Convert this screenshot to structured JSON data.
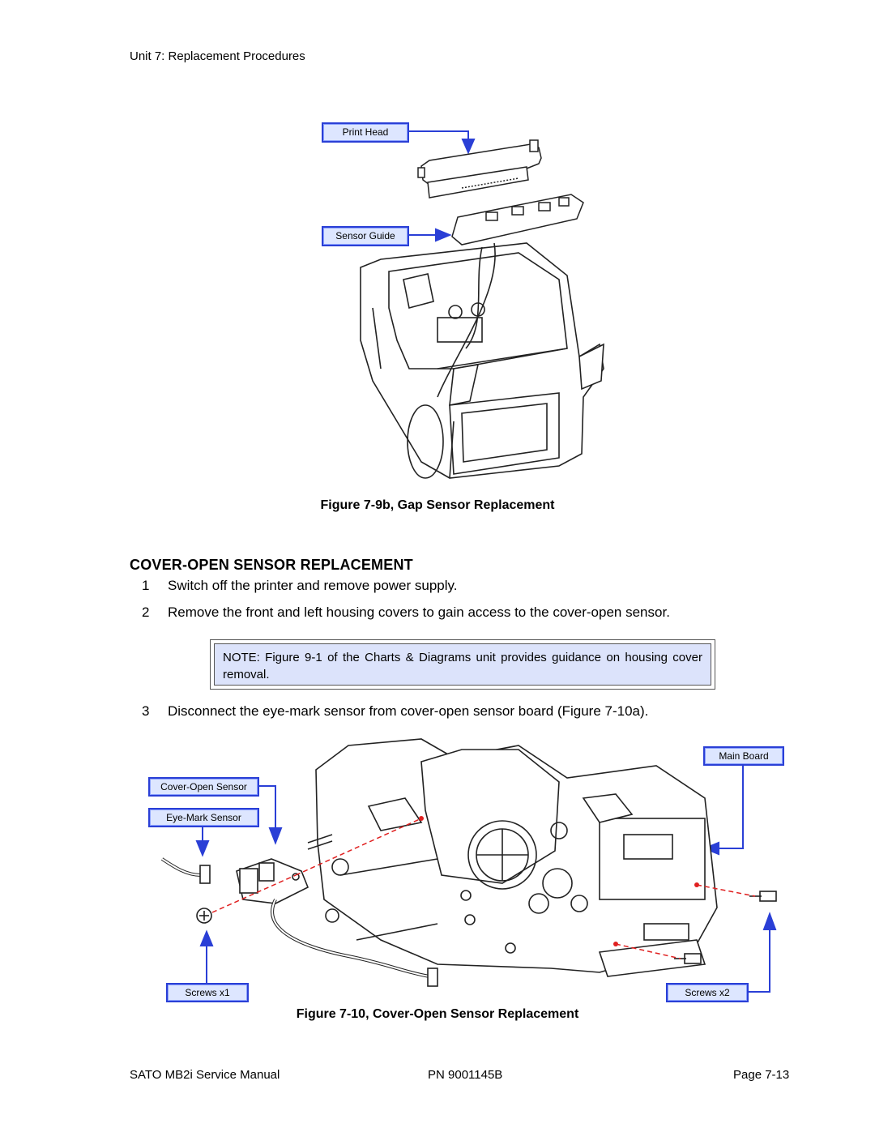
{
  "header": {
    "text": "Unit 7: Replacement Procedures"
  },
  "figure1": {
    "callouts": {
      "print_head": "Print Head",
      "sensor_guide": "Sensor Guide"
    },
    "caption": "Figure 7-9b, Gap Sensor Replacement"
  },
  "section": {
    "title": "COVER-OPEN SENSOR REPLACEMENT",
    "steps": [
      {
        "num": "1",
        "text": "Switch off the printer and remove power supply."
      },
      {
        "num": "2",
        "text": "Remove the front and left housing covers to gain access to the cover-open sensor."
      },
      {
        "num": "3",
        "text": "Disconnect the eye-mark sensor from cover-open sensor board (Figure 7-10a)."
      }
    ],
    "note": "NOTE: Figure 9-1 of the Charts & Diagrams unit provides guidance on housing cover removal."
  },
  "figure2": {
    "callouts": {
      "main_board": "Main Board",
      "cover_open_sensor": "Cover-Open Sensor",
      "eye_mark_sensor": "Eye-Mark Sensor",
      "screws_x1": "Screws x1",
      "screws_x2": "Screws x2"
    },
    "caption": "Figure 7-10, Cover-Open Sensor Replacement"
  },
  "footer": {
    "left": "SATO MB2i Service Manual",
    "center": "PN 9001145B",
    "right": "Page 7-13"
  },
  "colors": {
    "callout_border": "#2a3fd6",
    "callout_fill": "#dde6ff",
    "note_fill": "#dce3fb",
    "dashed_line": "#e02020"
  }
}
